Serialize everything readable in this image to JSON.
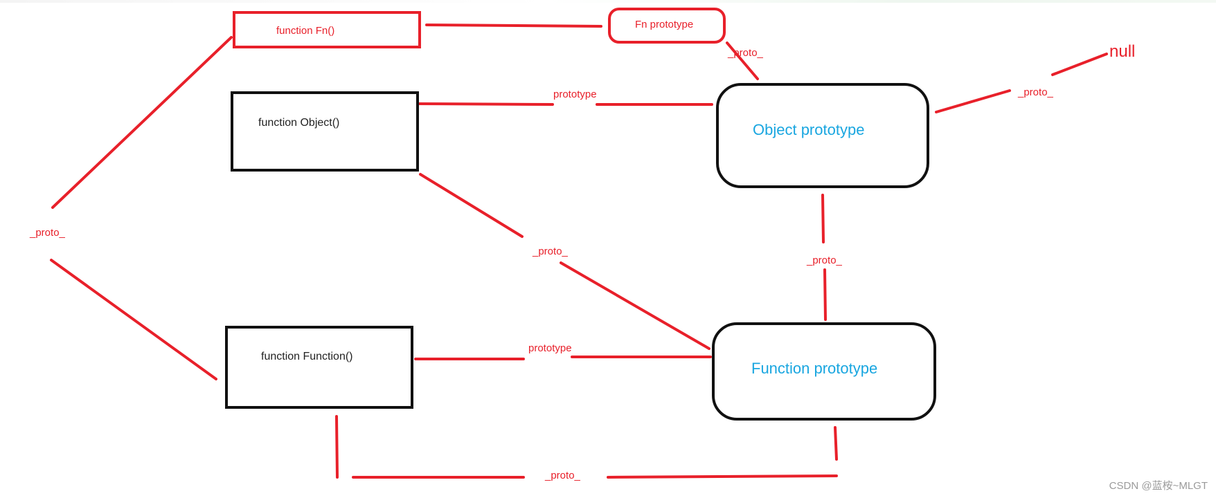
{
  "nodes": {
    "fn": "function Fn()",
    "fn_prototype": "Fn prototype",
    "object_fn": "function Object()",
    "function_fn": "function Function()",
    "object_prototype": "Object prototype",
    "function_prototype": "Function prototype",
    "null": "null"
  },
  "edge_labels": {
    "fn_to_fnproto": "",
    "fnproto_proto": "_proto_",
    "object_prototype": "prototype",
    "objproto_null": "_proto_",
    "left_proto": "_proto_",
    "object_proto": "_proto_",
    "fnproto_to_objproto": "_proto_",
    "function_prototype": "prototype",
    "bottom_proto": "_proto_"
  },
  "watermark": "CSDN @蓝桉~MLGT",
  "colors": {
    "red": "#e8202a",
    "black": "#111111",
    "blue": "#19a6e0"
  }
}
